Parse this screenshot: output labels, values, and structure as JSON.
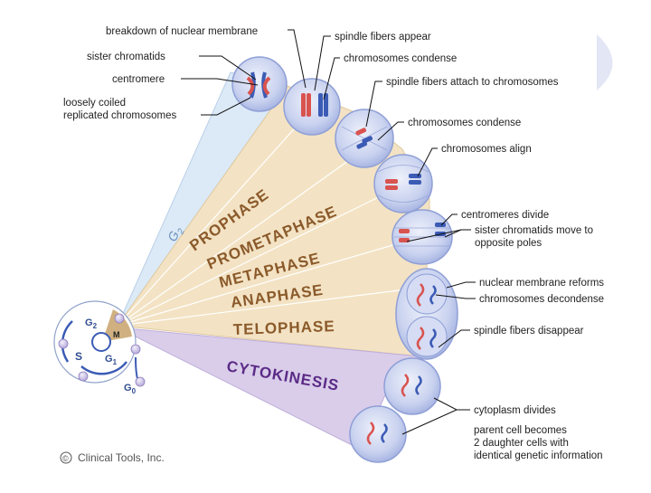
{
  "labels": {
    "breakdown_nuclear_membrane": "breakdown of nuclear membrane",
    "spindle_fibers_appear": "spindle fibers appear",
    "sister_chromatids": "sister chromatids",
    "chromosomes_condense_1": "chromosomes condense",
    "centromere": "centromere",
    "spindle_fibers_attach": "spindle fibers attach to chromosomes",
    "loosely_coiled_1": "loosely coiled",
    "loosely_coiled_2": "replicated chromosomes",
    "chromosomes_condense_2": "chromosomes condense",
    "chromosomes_align": "chromosomes align",
    "centromeres_divide": "centromeres divide",
    "sister_move_1": "sister chromatids move to",
    "sister_move_2": "opposite poles",
    "nuclear_membrane_reforms": "nuclear membrane reforms",
    "chromosomes_decondense": "chromosomes decondense",
    "spindle_fibers_disappear": "spindle fibers disappear",
    "cytoplasm_divides": "cytoplasm divides",
    "parent_cell_1": "parent cell becomes",
    "parent_cell_2": "2 daughter cells with",
    "parent_cell_3": "identical genetic information"
  },
  "phases": {
    "g2": "G",
    "g2_sub": "2",
    "prophase": "PROPHASE",
    "prometaphase": "PROMETAPHASE",
    "metaphase": "METAPHASE",
    "anaphase": "ANAPHASE",
    "telophase": "TELOPHASE",
    "cytokinesis": "CYTOKINESIS"
  },
  "cycle": {
    "g2": "G",
    "g2_sub": "2",
    "s": "S",
    "g1": "G",
    "g1_sub": "1",
    "g0": "G",
    "g0_sub": "0",
    "m": "M"
  },
  "credit": {
    "symbol": "©",
    "text": "Clinical Tools, Inc."
  },
  "colors": {
    "g2_wedge": "#dceaf7",
    "mitosis_wedge": "#f3e3c4",
    "cytokinesis_wedge": "#d9cdea",
    "cell_fill": "#c9d2ef",
    "cell_edge": "#8f9fd6",
    "chromosome_red": "#d9534f",
    "chromosome_blue": "#3b5bb5",
    "phase_text": "#8b5a2b",
    "cytokinesis_text": "#5b2a86"
  }
}
